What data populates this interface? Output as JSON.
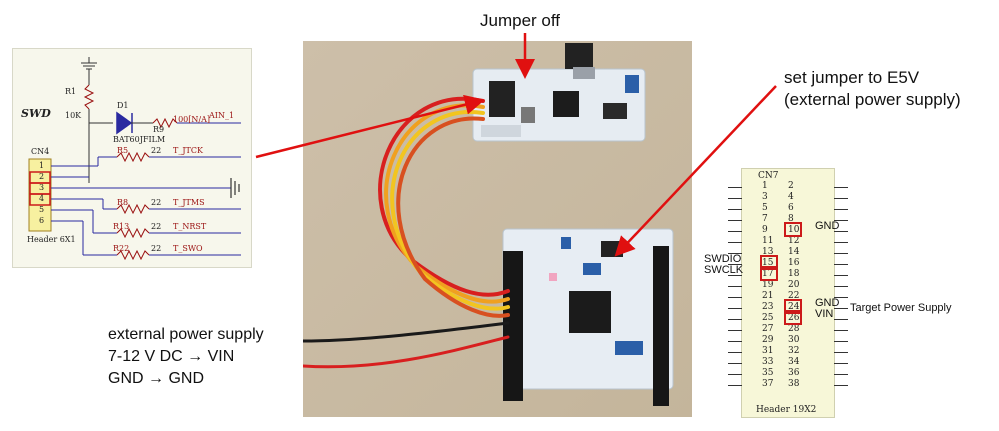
{
  "captions": {
    "jumper_off": "Jumper off",
    "set_jumper_line1": "set jumper to E5V",
    "set_jumper_line2": "(external power supply)",
    "ext_line1": "external power supply",
    "ext_line2": "7-12 V DC → VIN",
    "ext_line3": "GND → GND"
  },
  "schematic": {
    "title": "SWD",
    "r1": "R1",
    "r1_val": "10K",
    "d1": "D1",
    "d1_part": "BAT60JFILM",
    "r9": "R9",
    "r9_val": "100[N/A]",
    "ain": "AIN_1",
    "cn4": "CN4",
    "footer": "Header 6X1",
    "pins": [
      "1",
      "2",
      "3",
      "4",
      "5",
      "6"
    ],
    "rows": [
      {
        "res": "R5",
        "val": "22",
        "net": "T_JTCK"
      },
      {
        "res": "R8",
        "val": "22",
        "net": "T_JTMS"
      },
      {
        "res": "R13",
        "val": "22",
        "net": "T_NRST"
      },
      {
        "res": "R22",
        "val": "22",
        "net": "T_SWO"
      }
    ]
  },
  "cn7": {
    "title": "CN7",
    "footer": "Header 19X2",
    "left_pins": [
      "1",
      "3",
      "5",
      "7",
      "9",
      "11",
      "13",
      "15",
      "17",
      "19",
      "21",
      "23",
      "25",
      "27",
      "29",
      "31",
      "33",
      "35",
      "37"
    ],
    "right_pins": [
      "2",
      "4",
      "6",
      "8",
      "10",
      "12",
      "14",
      "16",
      "18",
      "20",
      "22",
      "24",
      "26",
      "28",
      "30",
      "32",
      "34",
      "36",
      "38"
    ],
    "labels": {
      "gnd_top": "GND",
      "swdio": "SWDIO",
      "swclk": "SWCLK",
      "gnd_bottom": "GND",
      "vin": "VIN",
      "target": "Target Power Supply"
    }
  },
  "colors": {
    "arrow": "#e01010",
    "board_white": "#e8eef4",
    "board_blue": "#2b5fa8",
    "pcb_dark": "#1a1a1a",
    "wire_red": "#d81f1f",
    "wire_orange": "#f0a020",
    "wire_yellow": "#f2c520"
  }
}
